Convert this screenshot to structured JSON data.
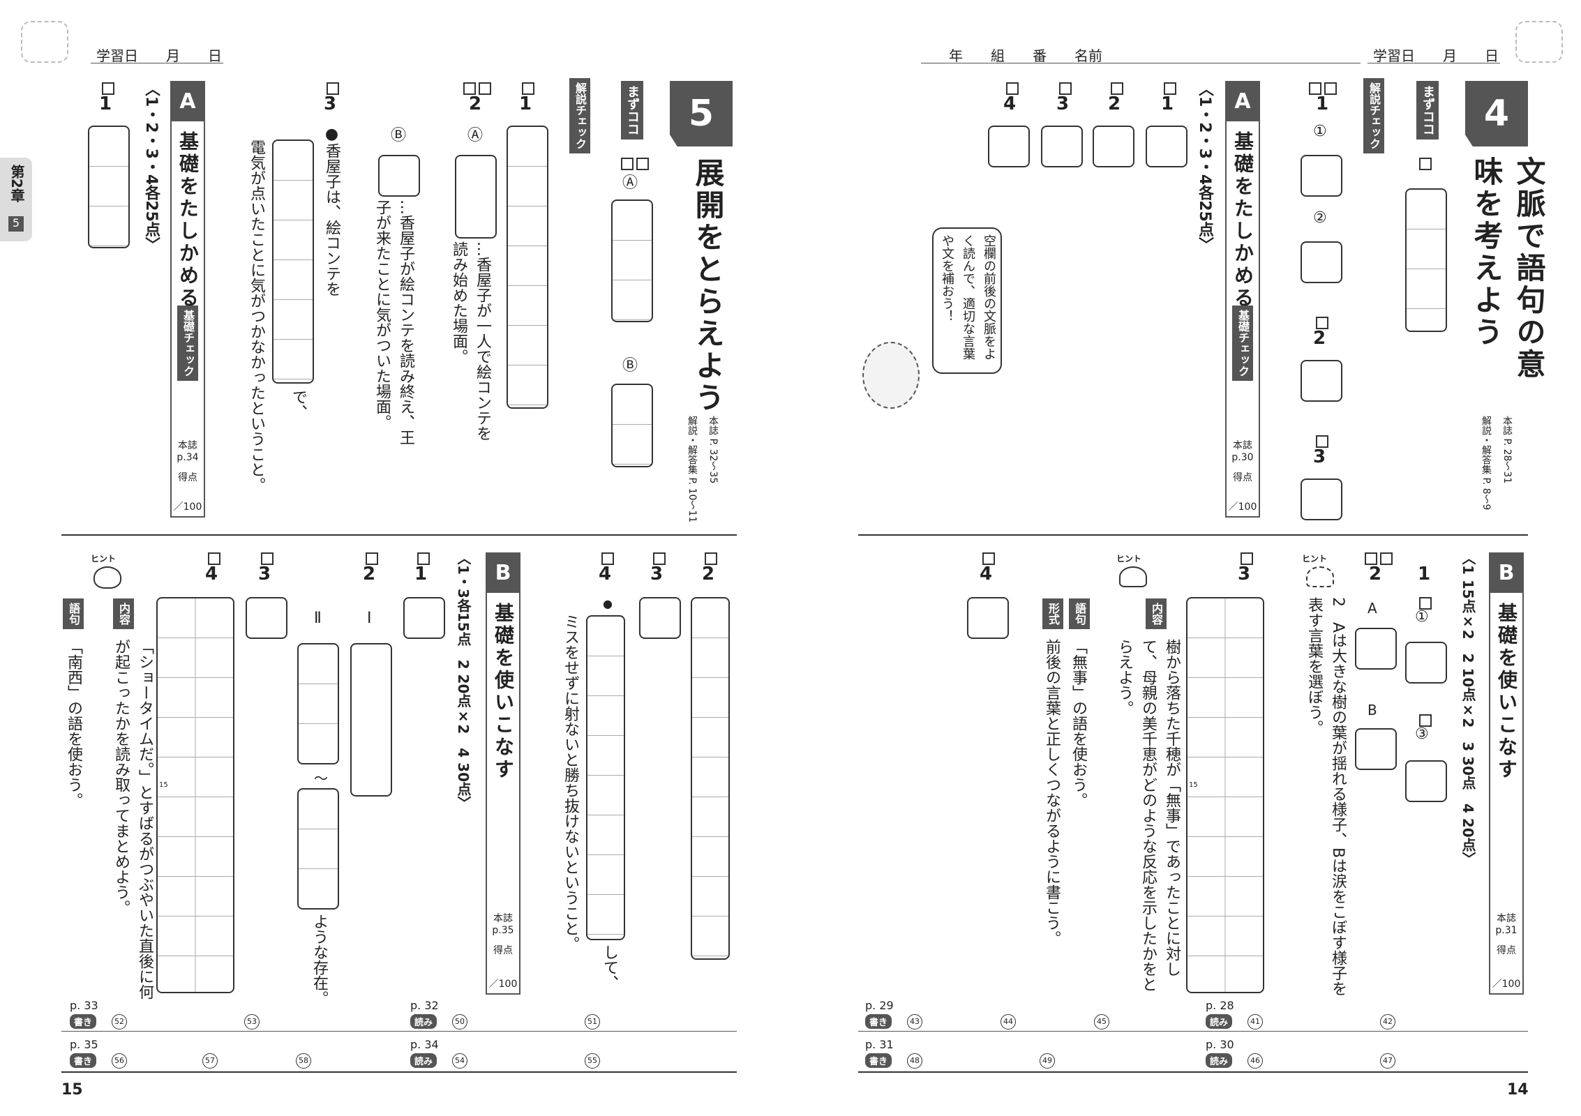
{
  "header": {
    "date_left": "学習日　　月　　日",
    "date_right": "学習日　　月　　日",
    "name_row": "年　　組　　番　　名前",
    "chapter": "第2章",
    "chapter_num": "5"
  },
  "left_page": {
    "unit_num": "5",
    "unit_title": "展開をとらえよう",
    "unit_ref_main": "本誌 P. 32〜35",
    "unit_ref_ans": "解説・解答集 P. 10〜11",
    "mazukoko": "まずココ",
    "kaisetsu": "解説チェック",
    "A": {
      "label": "A",
      "title": "基礎をたしかめる",
      "score": "〈1・2・3・4各25点〉",
      "check": "基礎チェック",
      "ref": "本誌 p.34",
      "tokuten": "得点",
      "total": "／100",
      "q1": "1",
      "q2": "2",
      "q3": "3",
      "mark_a": "Ⓐ",
      "mark_b": "Ⓑ",
      "text_a": "…香屋子が一人で絵コンテを読み始めた場面。",
      "text_b": "…香屋子が絵コンテを読み終え、王子が来たことに気がついた場面。",
      "text_q3a": "●香屋子は、絵コンテを",
      "text_q3b": "で、",
      "text_q3c": "電気が点いたことに気がつかなかったということ。"
    },
    "B": {
      "label": "B",
      "title": "基礎を使いこなす",
      "score": "〈1・3各15点　2 20点×2　4 30点〉",
      "ref": "本誌 p.35",
      "tokuten": "得点",
      "total": "／100",
      "q1": "1",
      "q2": "2",
      "q3": "3",
      "q4": "4",
      "roman1": "Ⅰ",
      "roman2": "Ⅱ",
      "wave": "〜",
      "yona": "ような存在。",
      "miss": "ミスをせずに射ないと勝ち抜けないということ。",
      "shite": "して、",
      "hint_label": "ヒント",
      "naiyou": "内容",
      "naiyou_text": "「ショータイムだ。」とすばるがつぶやいた直後に何が起こったかを読み取ってまとめよう。",
      "goku": "語句",
      "goku_text": "「南西」の語を使おう。",
      "q4b": "4",
      "q3b": "3",
      "q2b": "2",
      "fifteen": "15"
    },
    "page_num": "15",
    "foot": [
      {
        "p": "p. 33",
        "pill": "書き",
        "nums": [
          "52",
          "53"
        ]
      },
      {
        "p": "p. 32",
        "pill": "読み",
        "nums": [
          "50",
          "51"
        ]
      },
      {
        "p": "p. 35",
        "pill": "書き",
        "nums": [
          "56",
          "57",
          "58"
        ]
      },
      {
        "p": "p. 34",
        "pill": "読み",
        "nums": [
          "54",
          "55"
        ]
      }
    ]
  },
  "right_page": {
    "unit_num": "4",
    "unit_title": "文脈で語句の意味を考えよう",
    "unit_ref_main": "本誌 P. 28〜31",
    "unit_ref_ans": "解説・解答集 P. 8〜9",
    "mazukoko": "まずココ",
    "kaisetsu": "解説チェック",
    "A": {
      "label": "A",
      "title": "基礎をたしかめる",
      "score": "〈1・2・3・4各25点〉",
      "check": "基礎チェック",
      "ref": "本誌 p.30",
      "tokuten": "得点",
      "total": "／100",
      "q1": "1",
      "q2": "2",
      "q3": "3",
      "q4": "4",
      "c1": "①",
      "c2": "②",
      "speech": "空欄の前後の文脈をよく読んで、適切な言葉や文を補おう！"
    },
    "B": {
      "label": "B",
      "title": "基礎を使いこなす",
      "score": "〈1 15点×2　2 10点×2　3 30点　4 20点〉",
      "ref": "本誌 p.31",
      "tokuten": "得点",
      "total": "／100",
      "q1": "1",
      "q2": "2",
      "q3": "3",
      "q4": "4",
      "c1": "①",
      "c3": "③",
      "ma": "A",
      "mb": "B",
      "q2_text": "2　Aは大きな樹の葉が揺れる様子、Bは涙をこぼす様子を表す言葉を選ぼう。",
      "hint_label": "ヒント",
      "naiyou": "内容",
      "naiyou_text": "樹から落ちた千穂が「無事」であったことに対して、母親の美千恵がどのような反応を示したかをとらえよう。",
      "goku": "語句",
      "goku_text": "「無事」の語を使おう。",
      "keishiki": "形式",
      "keishiki_text": "前後の言葉と正しくつながるように書こう。",
      "fifteen": "15"
    },
    "page_num": "14",
    "foot": [
      {
        "p": "p. 29",
        "pill": "書き",
        "nums": [
          "43",
          "44",
          "45"
        ]
      },
      {
        "p": "p. 28",
        "pill": "読み",
        "nums": [
          "41",
          "42"
        ]
      },
      {
        "p": "p. 31",
        "pill": "書き",
        "nums": [
          "48",
          "49"
        ]
      },
      {
        "p": "p. 30",
        "pill": "読み",
        "nums": [
          "46",
          "47"
        ]
      }
    ]
  }
}
